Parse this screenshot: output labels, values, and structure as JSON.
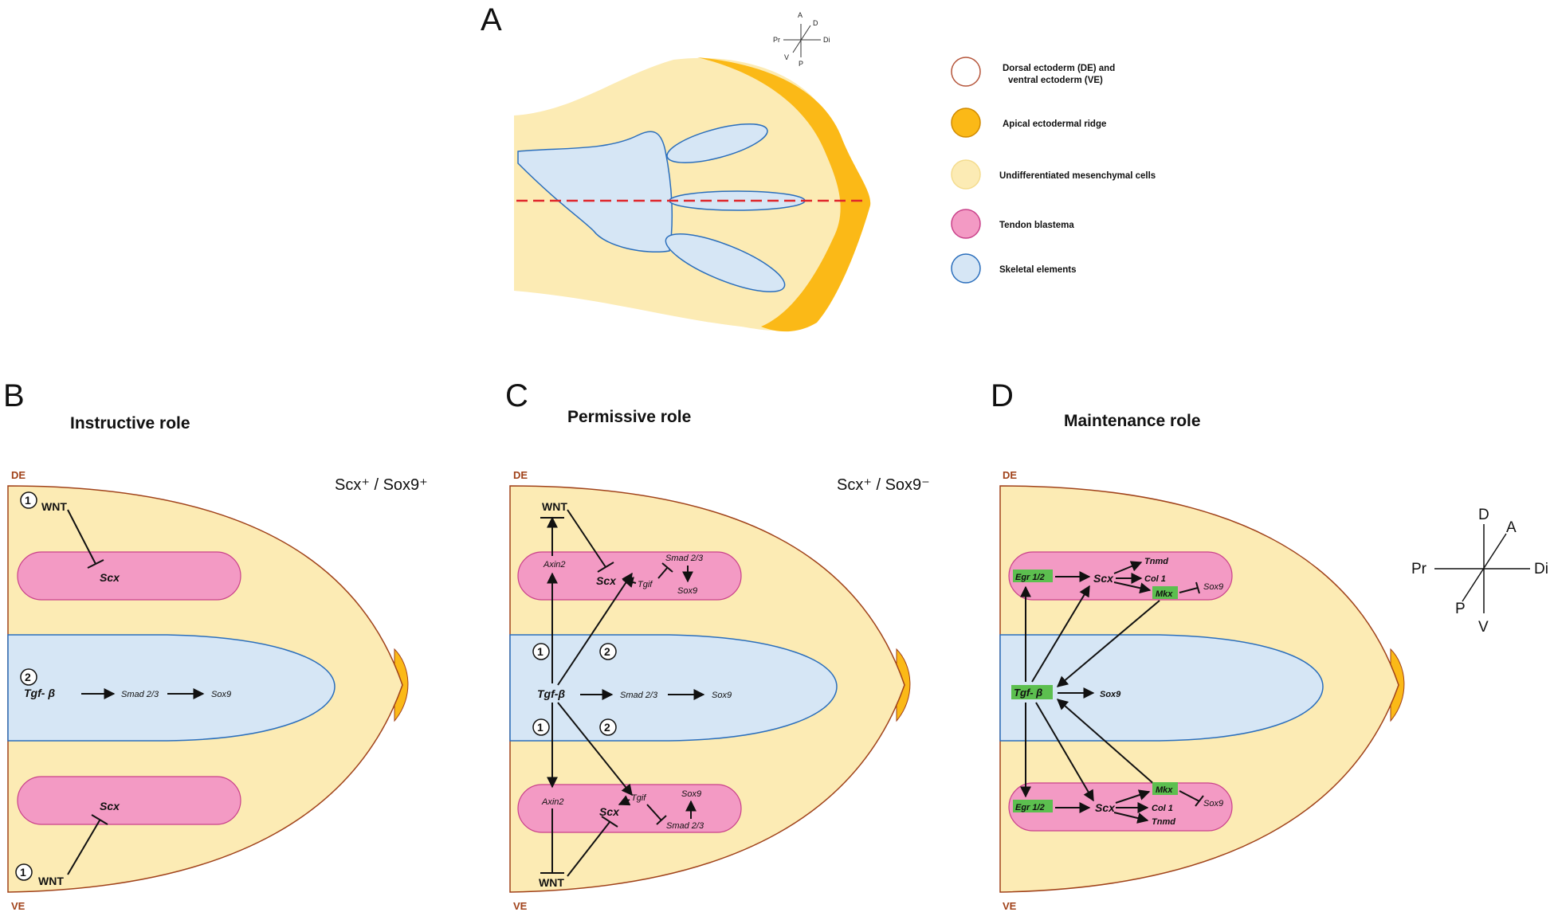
{
  "panels": {
    "A": {
      "letter": "A"
    },
    "B": {
      "letter": "B",
      "title": "Instructive role",
      "status": "Scx⁺ / Sox9⁺"
    },
    "C": {
      "letter": "C",
      "title": "Permissive role",
      "status": "Scx⁺ / Sox9⁻"
    },
    "D": {
      "letter": "D",
      "title": "Maintenance role"
    }
  },
  "legend": [
    {
      "label_line1": "Dorsal ectoderm (DE) and",
      "label_line2": "ventral ectoderm (VE)",
      "fill": "#ffffff",
      "stroke": "#b5553a"
    },
    {
      "label_line1": "Apical ectodermal ridge",
      "fill": "#fbb917",
      "stroke": "#d08a00"
    },
    {
      "label_line1": "Undifferentiated mesenchymal cells",
      "fill": "#fcebb4",
      "stroke": "#f4dc8e"
    },
    {
      "label_line1": "Tendon blastema",
      "fill": "#f39ac4",
      "stroke": "#c9418a"
    },
    {
      "label_line1": "Skeletal elements",
      "fill": "#d6e6f5",
      "stroke": "#2a6ebc"
    }
  ],
  "axes": {
    "A": "A",
    "D": "D",
    "Pr": "Pr",
    "Di": "Di",
    "V": "V",
    "P": "P"
  },
  "edges": {
    "DE": "DE",
    "VE": "VE"
  },
  "genes": {
    "WNT": "WNT",
    "Scx": "Scx",
    "Tgf": "Tgf- β",
    "Tgf_c": "Tgf-β",
    "Smad": "Smad 2/3",
    "Sox9": "Sox9",
    "Axin2": "Axin2",
    "Tgif": "Tgif",
    "Tnmd": "Tnmd",
    "Col1": "Col 1",
    "Mkx": "Mkx",
    "Egr": "Egr 1/2"
  },
  "numbers": {
    "one": "1",
    "two": "2"
  },
  "colors": {
    "mesenchyme": "#fcebb4",
    "ectoderm_line": "#a0421a",
    "aer": "#fbb917",
    "tendon": "#f39ac4",
    "tendon_stroke": "#c9418a",
    "skeletal": "#d6e6f5",
    "skeletal_stroke": "#2a6ebc",
    "highlight": "#5cbf4f",
    "dashed_line": "#e0262b"
  }
}
